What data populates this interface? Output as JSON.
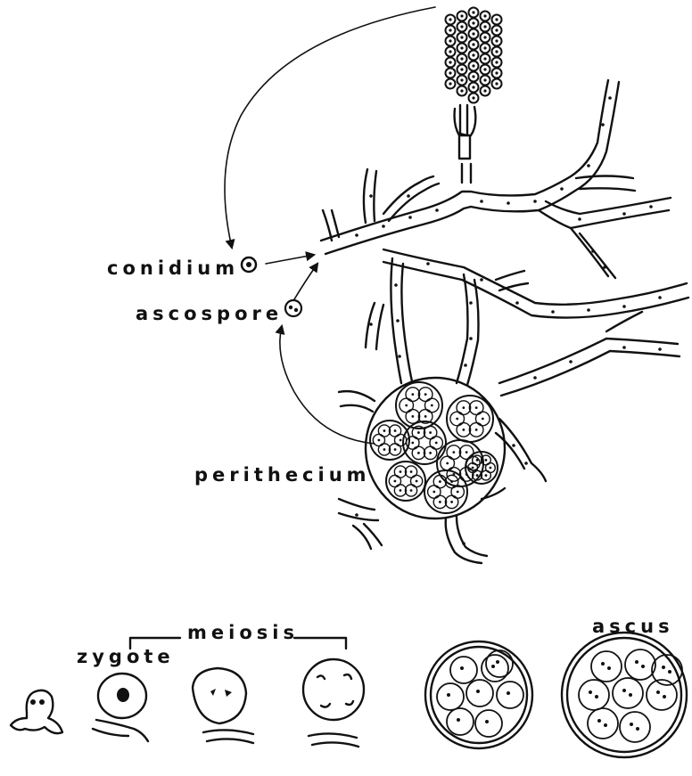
{
  "labels": {
    "conidium": "conidium",
    "ascospore": "ascospore",
    "perithecium": "perithecium",
    "meiosis": "meiosis",
    "zygote": "zygote",
    "ascus": "ascus"
  },
  "icons": {
    "conidium_symbol": "circle-dot",
    "ascospore_symbol": "circle-two-dots"
  }
}
